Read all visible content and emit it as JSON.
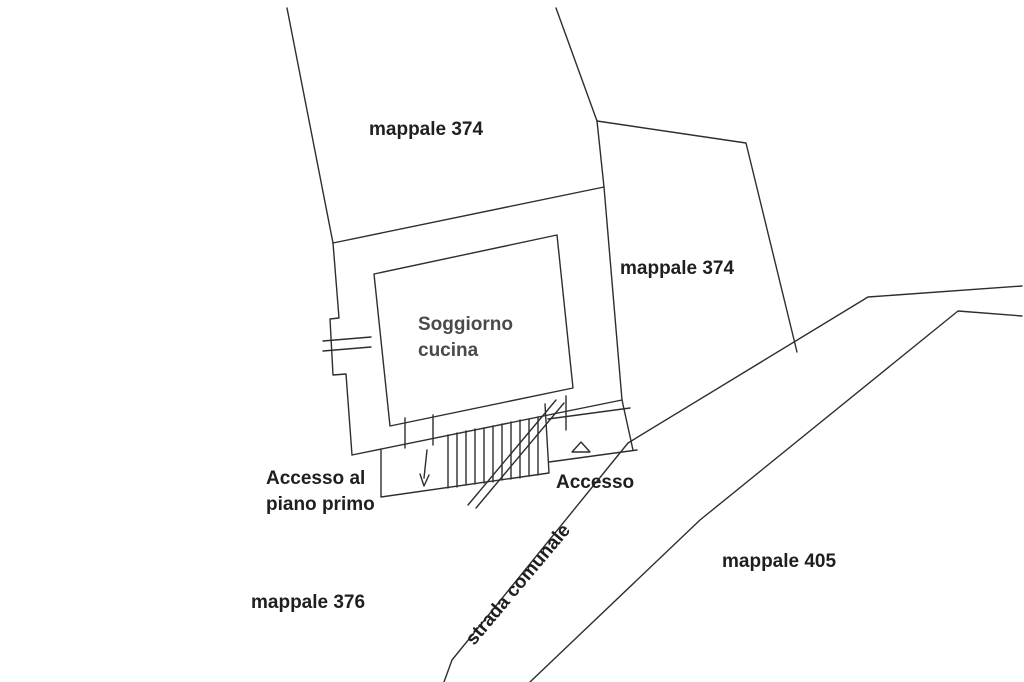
{
  "drawing": {
    "type": "cadastral-site-plan",
    "background": "#ffffff"
  },
  "colors": {
    "line": "#2e2e2e",
    "text": "#1f1f1f",
    "room_text": "#4a4a4a",
    "background": "#ffffff"
  },
  "labels": {
    "parcel_top": "mappale 374",
    "parcel_right": "mappale 374",
    "parcel_bottom_left": "mappale 376",
    "parcel_bottom_right": "mappale 405",
    "room_line1": "Soggiorno",
    "room_line2": "cucina",
    "access_first_floor_line1": "Accesso al",
    "access_first_floor_line2": "piano primo",
    "access_ground": "Accesso",
    "road_name": "strada comunale"
  }
}
